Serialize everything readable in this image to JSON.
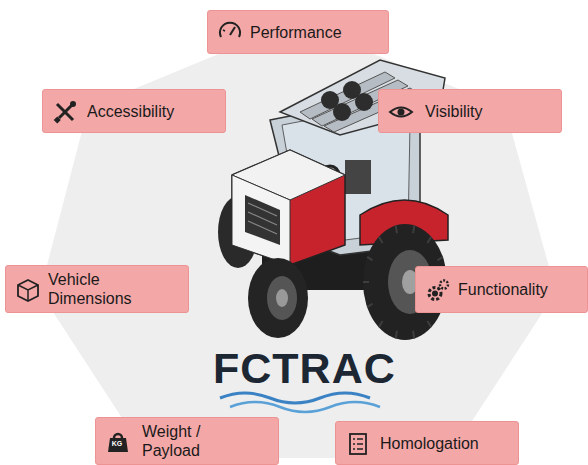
{
  "diagram": {
    "nodes": [
      {
        "text": [
          "Performance"
        ]
      },
      {
        "text": [
          "Accessibility"
        ]
      },
      {
        "text": [
          "Visibility"
        ]
      },
      {
        "text": [
          "Vehicle Dimensions"
        ]
      },
      {
        "text": [
          "Functionality"
        ]
      },
      {
        "text": [
          "Weight / Payload"
        ]
      },
      {
        "text": [
          "Homologation"
        ]
      }
    ],
    "labels": [
      "FCTRAC",
      "KG"
    ]
  }
}
